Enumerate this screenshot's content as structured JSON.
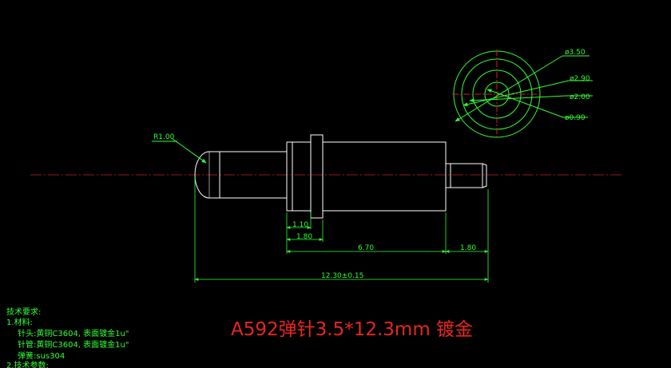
{
  "title": "A592弹针3.5*12.3mm  镀金",
  "colors": {
    "background": "#000000",
    "outline": "#ffffff",
    "dimension": "#33ff33",
    "centerline": "#cc2222",
    "title": "#e8261f"
  },
  "dimensions": {
    "radius": "R1.00",
    "len_flange": "1.10",
    "len_shoulder": "1.80",
    "len_body": "6.70",
    "len_tail": "1.80",
    "len_total": "12.30±0.15",
    "dia_outer": "ø3.50",
    "dia_2": "ø2.90",
    "dia_3": "ø2.00",
    "dia_inner": "ø0.90"
  },
  "tech_notes": {
    "heading": "技术要求:",
    "item1": "1.材料:",
    "needle_head": "针头:黄铜C3604, 表面镀金1u\"",
    "needle_tube": "针管:黄铜C3604, 表面镀金1u\"",
    "spring": "弹簧:sus304",
    "item2": "2.技术参数:"
  }
}
